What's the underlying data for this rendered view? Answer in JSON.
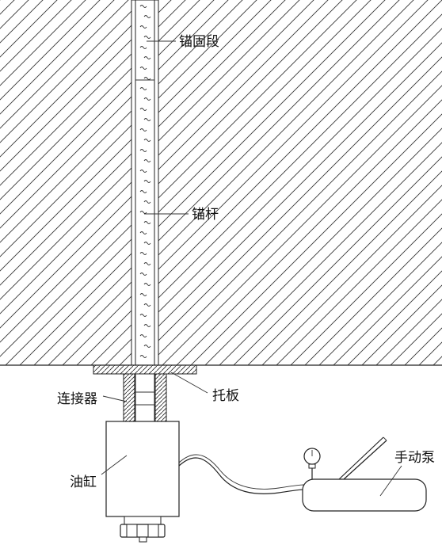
{
  "labels": {
    "anchor_section": "锚固段",
    "anchor_rod": "锚杆",
    "connector": "连接器",
    "tray_plate": "托板",
    "oil_cylinder": "油缸",
    "hand_pump": "手动泵"
  },
  "colors": {
    "line": "#222222",
    "hatch": "#333333",
    "background": "#ffffff"
  },
  "icons": {
    "gauge": "pressure-gauge-icon"
  }
}
